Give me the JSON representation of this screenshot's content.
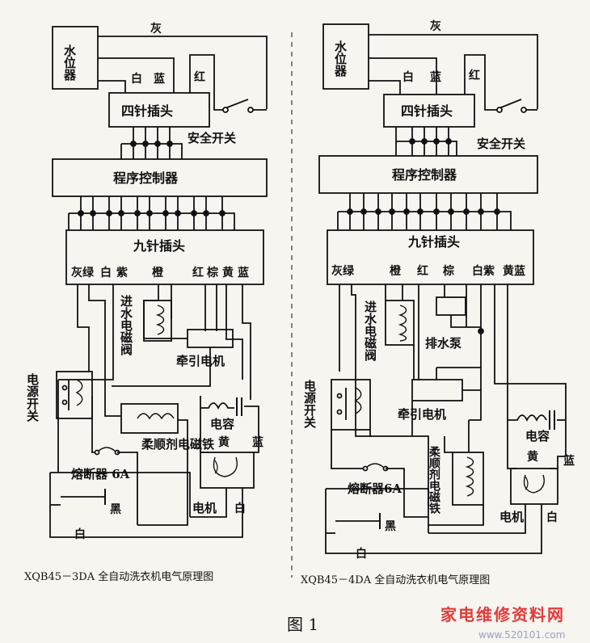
{
  "colors": {
    "ink": "#111111",
    "paper": "#f6f5ef",
    "watermark": "#e23b3b",
    "watermark_url": "#9aa0c8"
  },
  "figure_label": "图 1",
  "watermark": {
    "name": "家电维修资料网",
    "url": "www.520101.com"
  },
  "left": {
    "caption": "XQB45－3DA 全自动洗衣机电气原理图",
    "water_level": "水位器",
    "wire_gray": "灰",
    "wire_white": "白",
    "wire_blue": "蓝",
    "wire_red": "红",
    "four_pin": "四针插头",
    "safety_switch": "安全开关",
    "controller": "程序控制器",
    "nine_pin": "九针插头",
    "pin_labels": [
      "灰绿",
      "白",
      "紫",
      "橙",
      "红",
      "棕",
      "黄",
      "蓝"
    ],
    "inlet_valve": "进水电磁阀",
    "clutch_motor": "牵引电机",
    "power_switch": "电源开关",
    "softener_valve": "柔顺剂电磁铁",
    "capacitor": "电容",
    "cap_yellow": "黄",
    "cap_blue": "蓝",
    "fuse": "熔断器 6A",
    "black": "黑",
    "motor": "电机",
    "motor_white": "白",
    "bottom_white": "白"
  },
  "right": {
    "caption": "XQB45－4DA 全自动洗衣机电气原理图",
    "water_level": "水位器",
    "wire_gray": "灰",
    "wire_white": "白",
    "wire_blue": "蓝",
    "wire_red": "红",
    "four_pin": "四针插头",
    "safety_switch": "安全开关",
    "controller": "程序控制器",
    "nine_pin": "九针插头",
    "pin_labels": [
      "灰绿",
      "橙",
      "红",
      "棕",
      "白紫",
      "黄蓝"
    ],
    "inlet_valve": "进水电磁阀",
    "drain_pump": "排水泵",
    "clutch_motor": "牵引电机",
    "power_switch": "电源开关",
    "softener_valve": "柔顺剂电磁铁",
    "capacitor": "电容",
    "cap_yellow": "黄",
    "cap_blue": "蓝",
    "fuse": "熔断器6A",
    "black": "黑",
    "motor": "电机",
    "motor_white": "白",
    "bottom_white": "白"
  }
}
